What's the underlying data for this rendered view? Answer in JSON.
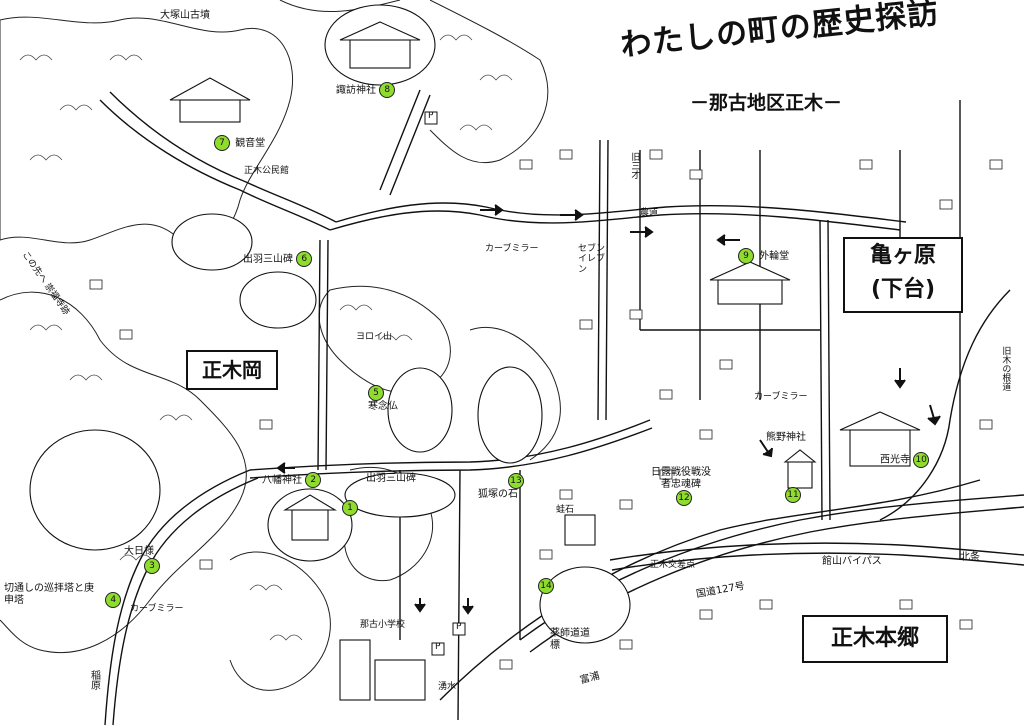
{
  "title": {
    "main": "わたしの町の歴史探訪",
    "sub": "－那古地区正木－"
  },
  "areas": {
    "kamegahara": "亀ヶ原",
    "shitadai": "(下台)",
    "masakioka": "正木岡",
    "masakihongo": "正木本郷"
  },
  "landmarks": [
    {
      "num": "1",
      "name": ""
    },
    {
      "num": "2",
      "name": "八幡神社"
    },
    {
      "num": "3",
      "name": "大日様"
    },
    {
      "num": "4",
      "name": "切通しの巡拝塔と庚申塔"
    },
    {
      "num": "5",
      "name": "寒念仏"
    },
    {
      "num": "6",
      "name": "出羽三山碑"
    },
    {
      "num": "7",
      "name": "観音堂"
    },
    {
      "num": "8",
      "name": "諏訪神社"
    },
    {
      "num": "9",
      "name": "外輪堂"
    },
    {
      "num": "10",
      "name": "西光寺"
    },
    {
      "num": "11",
      "name": ""
    },
    {
      "num": "12",
      "name": "日露戦役戦没者忠魂碑"
    },
    {
      "num": "13",
      "name": "狐塚の石"
    },
    {
      "num": "14",
      "name": ""
    }
  ],
  "labels": {
    "daitsuka_kofun": "大塚山古墳",
    "dewa_sanzan_hi_2": "出羽三山碑",
    "kumano_jinja": "熊野神社",
    "yakushido_dohyo": "薬師道道標",
    "yoroi_yama": "ヨロイ山",
    "kaeru_ishi": "蛙石",
    "kyu_sanjoseki": "旧三才",
    "kyu_kido": "旧木の根道",
    "kokudo": "国道127号",
    "bypass": "館山バイパス",
    "kitajo": "北条",
    "tomiura": "富浦",
    "inahara": "稲原",
    "kono_saki": "この先へ 崇福寺跡",
    "nodo": "農道",
    "masaki_kominkan": "正木公民館",
    "masaki_shogakko": "那古小学校",
    "curve_mirror_1": "カーブミラー",
    "curve_mirror_2": "カーブミラー",
    "curve_mirror_3": "カーブミラー",
    "seven_eleven": "セブンイレブン",
    "masaki_koshinto": "正木交差点",
    "tokei": "湧水",
    "p1": "P",
    "p2": "P",
    "p3": "P"
  },
  "colors": {
    "marker": "#8fdc2e",
    "ink": "#111111",
    "paper": "#ffffff"
  }
}
